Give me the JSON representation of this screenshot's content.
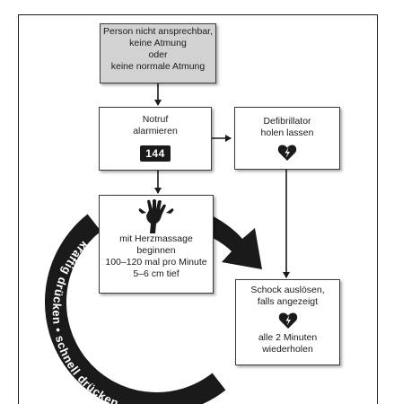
{
  "start_box": {
    "lines": [
      "Person nicht ansprechbar,",
      "keine Atmung",
      "oder",
      "keine normale Atmung"
    ]
  },
  "call_box": {
    "lines": [
      "Notruf",
      "alarmieren"
    ],
    "number": "144"
  },
  "defib_box": {
    "lines": [
      "Defibrillator",
      "holen lassen"
    ],
    "icon": "heart-lightning-icon"
  },
  "cpr_box": {
    "icon": "hands-icon",
    "lines": [
      "mit Herzmassage",
      "beginnen",
      "100–120 mal pro Minute",
      "5–6 cm tief"
    ]
  },
  "shock_box": {
    "lines_top": [
      "Schock auslösen,",
      "falls angezeigt"
    ],
    "icon": "heart-lightning-icon",
    "lines_bottom": [
      "alle 2 Minuten",
      "wiederholen"
    ]
  },
  "cycle_text": "kräftig drücken • schnell drücken",
  "colors": {
    "dark": "#1a1a1a",
    "grey_fill": "#d2d2d2"
  }
}
